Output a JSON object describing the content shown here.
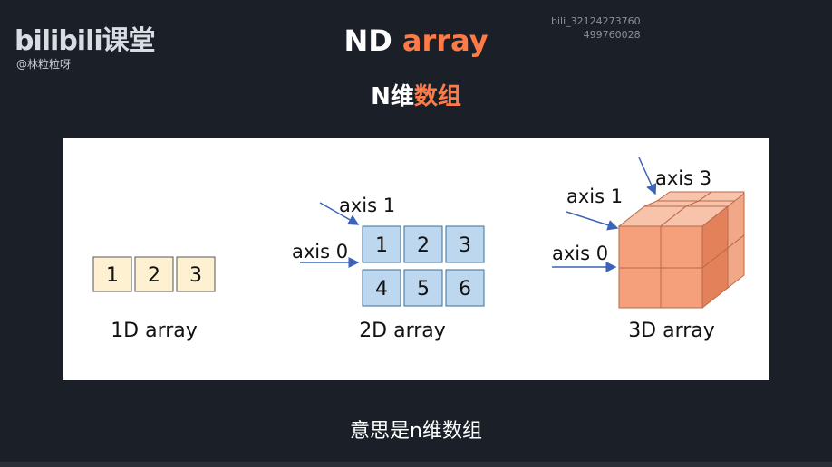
{
  "brand": {
    "logo": "bilibili课堂",
    "handle": "@林粒粒呀"
  },
  "watermark": {
    "line1": "bili_32124273760",
    "line2": "499760028"
  },
  "title": {
    "part1": "ND ",
    "part2": "array"
  },
  "subtitle": {
    "part1": "N维",
    "part2": "数组"
  },
  "diagram": {
    "one_d": {
      "label": "1D array",
      "cells": [
        "1",
        "2",
        "3"
      ]
    },
    "two_d": {
      "label": "2D array",
      "row1": [
        "1",
        "2",
        "3"
      ],
      "row2": [
        "4",
        "5",
        "6"
      ],
      "axis0": "axis 0",
      "axis1": "axis 1"
    },
    "three_d": {
      "label": "3D array",
      "axis0": "axis 0",
      "axis1": "axis 1",
      "axis3": "axis 3"
    },
    "colors": {
      "yellow": "#fdf1d2",
      "blue": "#bcd7ee",
      "orange": "#f5a07a"
    }
  },
  "caption": "意思是n维数组"
}
